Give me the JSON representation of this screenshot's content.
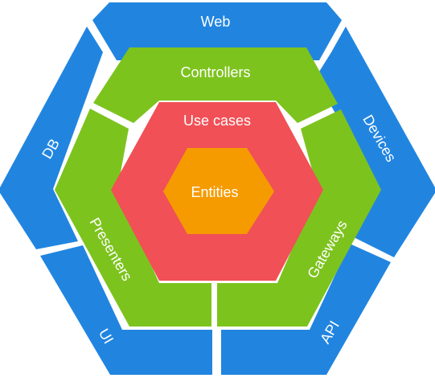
{
  "colors": {
    "outer": "#2185e0",
    "middle": "#7dc31e",
    "inner": "#f05056",
    "core": "#f59b00",
    "text": "#ffffff",
    "background": "#ffffff"
  },
  "layers": {
    "outer": {
      "web": "Web",
      "devices": "Devices",
      "api": "API",
      "ui": "UI",
      "db": "DB"
    },
    "middle": {
      "controllers": "Controllers",
      "gateways": "Gateways",
      "presenters": "Presenters"
    },
    "inner": {
      "use_cases": "Use cases"
    },
    "core": {
      "entities": "Entities"
    }
  }
}
